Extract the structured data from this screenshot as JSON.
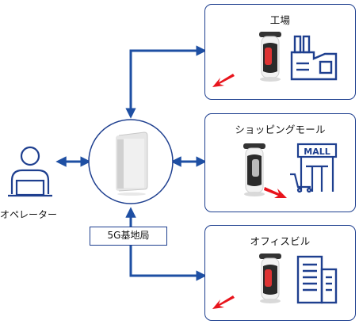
{
  "operator": {
    "label": "オペレーター"
  },
  "station": {
    "label": "5G基地局"
  },
  "sites": [
    {
      "title": "工場",
      "icon": "factory-icon",
      "robot_direction": "left"
    },
    {
      "title": "ショッピングモール",
      "icon": "mall-cart-icon",
      "mall_sign": "MALL",
      "robot_direction": "right"
    },
    {
      "title": "オフィスビル",
      "icon": "office-building-icon",
      "robot_direction": "left"
    }
  ],
  "colors": {
    "line": "#1e3f8f",
    "arrow": "#1e4fa3",
    "motion_arrow": "#e8141c",
    "robot_dark": "#2b2b2b"
  }
}
